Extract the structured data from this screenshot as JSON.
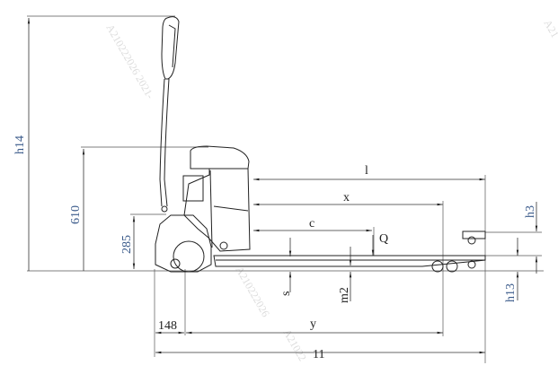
{
  "labels": {
    "h14": "h14",
    "h610": "610",
    "h285": "285",
    "l": "l",
    "x": "x",
    "c": "c",
    "Q": "Q",
    "s": "s",
    "m2": "m2",
    "h3": "h3",
    "h13": "h13",
    "w148": "148",
    "y": "y",
    "l1": "11"
  },
  "watermark": "A210222026 2021-",
  "colors": {
    "line": "#222222",
    "label_blue": "#3a5a8a"
  }
}
